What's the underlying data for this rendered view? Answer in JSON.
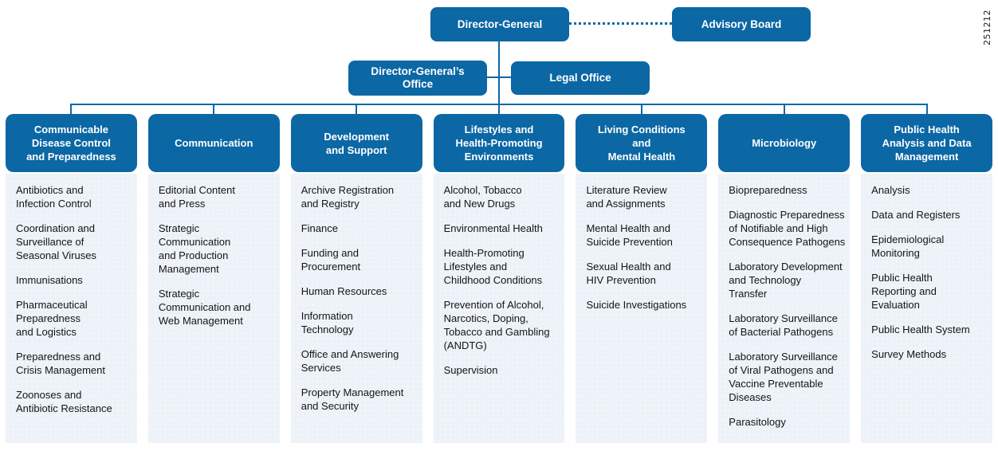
{
  "note": "251212",
  "colors": {
    "primary_blue": "#0c67a5",
    "column_background": "#edf2f8",
    "box_text": "#ffffff",
    "item_text": "#141414"
  },
  "top": {
    "director_general": "Director-General",
    "advisory_board": "Advisory Board",
    "dg_office": "Director-General’s\nOffice",
    "legal_office": "Legal Office"
  },
  "departments": [
    {
      "title": "Communicable\nDisease Control\nand Preparedness",
      "items": [
        "Antibiotics and\nInfection Control",
        "Coordination and\nSurveillance of\nSeasonal Viruses",
        "Immunisations",
        "Pharmaceutical\nPreparedness\nand Logistics",
        "Preparedness and\nCrisis Management",
        "Zoonoses and\nAntibiotic Resistance"
      ]
    },
    {
      "title": "Communication",
      "items": [
        "Editorial Content\nand Press",
        "Strategic\nCommunication\nand Production\nManagement",
        "Strategic\nCommunication and\nWeb Management"
      ]
    },
    {
      "title": "Development\nand Support",
      "items": [
        "Archive Registration\nand Registry",
        "Finance",
        "Funding and\nProcurement",
        "Human Resources",
        "Information\nTechnology",
        "Office and Answering\nServices",
        "Property Management\nand Security"
      ]
    },
    {
      "title": "Lifestyles and\nHealth-Promoting\nEnvironments",
      "items": [
        "Alcohol, Tobacco\nand New Drugs",
        "Environmental Health",
        "Health-Promoting\nLifestyles and\nChildhood Conditions",
        "Prevention of Alcohol,\nNarcotics, Doping,\nTobacco and Gambling\n(ANDTG)",
        "Supervision"
      ]
    },
    {
      "title": "Living Conditions\nand\nMental Health",
      "items": [
        "Literature Review\nand Assignments",
        "Mental Health and\nSuicide Prevention",
        "Sexual Health and\nHIV Prevention",
        "Suicide Investigations"
      ]
    },
    {
      "title": "Microbiology",
      "items": [
        "Biopreparedness",
        "Diagnostic Preparedness\nof Notifiable and High\nConsequence Pathogens",
        "Laboratory Development\nand Technology\nTransfer",
        "Laboratory Surveillance\nof Bacterial Pathogens",
        "Laboratory Surveillance\nof Viral Pathogens and\nVaccine Preventable\nDiseases",
        "Parasitology"
      ]
    },
    {
      "title": "Public Health\nAnalysis and Data\nManagement",
      "items": [
        "Analysis",
        "Data and Registers",
        "Epidemiological\nMonitoring",
        "Public Health\nReporting and\nEvaluation",
        "Public Health System",
        "Survey Methods"
      ]
    }
  ]
}
